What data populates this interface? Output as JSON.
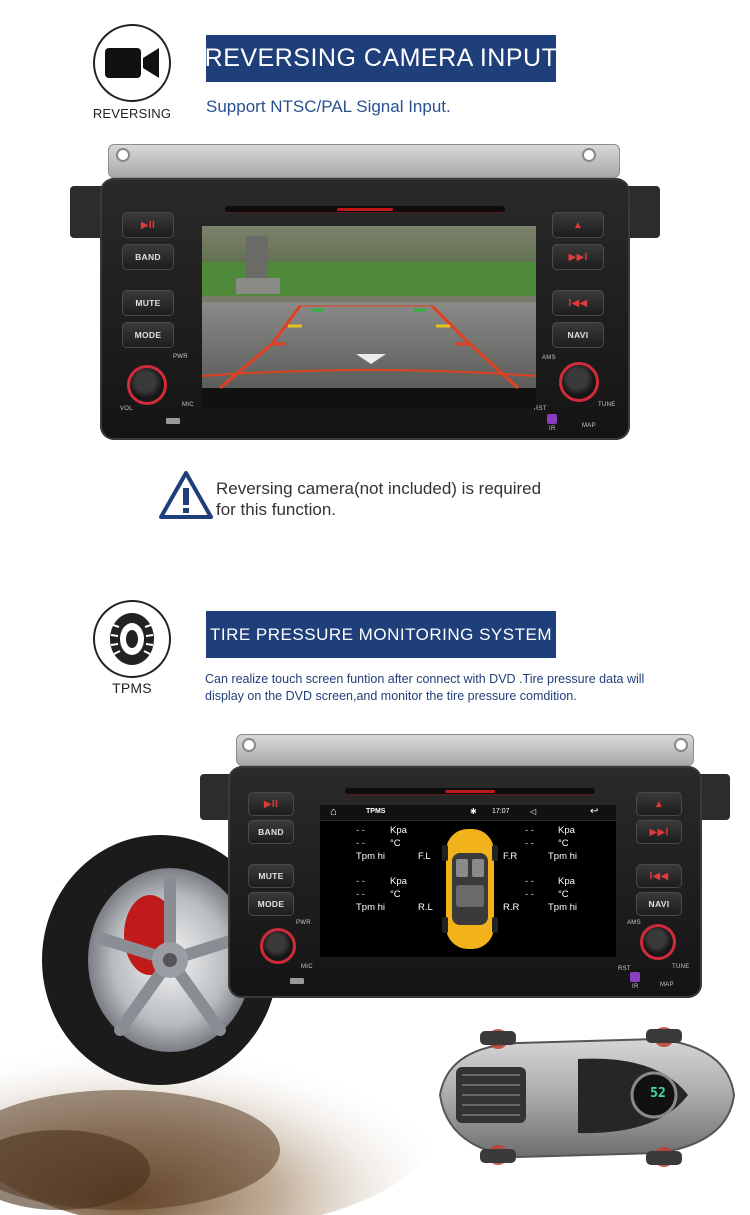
{
  "section_reversing": {
    "icon_label": "REVERSING",
    "title": "REVERSING CAMERA INPUT",
    "subtitle": "Support NTSC/PAL Signal Input.",
    "warning_line1": "Reversing camera(not included) is required",
    "warning_line2": "for this function.",
    "icon": "video-camera-icon",
    "warning_icon": "warning-triangle-icon"
  },
  "section_tpms": {
    "icon_label": "TPMS",
    "title": "TIRE PRESSURE MONITORING SYSTEM",
    "desc_line1": "Can realize touch screen funtion after connect with DVD .Tire pressure data will",
    "desc_line2": "display on the DVD screen,and monitor the tire pressure comdition.",
    "icon": "tire-icon",
    "tpms_screen": {
      "app_title": "TPMS",
      "clock": "17:07",
      "wheels": [
        {
          "pos": "F.L",
          "pressure": "- -",
          "temp": "- -",
          "kpa": "Kpa",
          "deg": "°C",
          "tpm": "Tpm hi"
        },
        {
          "pos": "F.R",
          "pressure": "- -",
          "temp": "- -",
          "kpa": "Kpa",
          "deg": "°C",
          "tpm": "Tpm hi"
        },
        {
          "pos": "R.L",
          "pressure": "- -",
          "temp": "- -",
          "kpa": "Kpa",
          "deg": "°C",
          "tpm": "Tpm hi"
        },
        {
          "pos": "R.R",
          "pressure": "- -",
          "temp": "- -",
          "kpa": "Kpa",
          "deg": "°C",
          "tpm": "Tpm hi"
        }
      ]
    },
    "display_reading": "52"
  },
  "unit_buttons": {
    "left": [
      "▶II",
      "BAND",
      "MUTE",
      "MODE"
    ],
    "right": [
      "▲",
      "▶▶I",
      "I◀◀",
      "NAVI"
    ],
    "pwr": "PWR",
    "vol": "VOL",
    "mic": "MIC",
    "ams": "AMS",
    "tune": "TUNE",
    "rst": "RST",
    "ir": "IR",
    "map": "MAP"
  },
  "colors": {
    "title_bg": "#1f3f7a",
    "accent_text": "#2a5090",
    "knob_ring": "#d12a3a",
    "guide_red": "#e04020",
    "guide_yellow": "#e8c020",
    "guide_green": "#30b040",
    "car_yellow": "#f2b21a"
  }
}
